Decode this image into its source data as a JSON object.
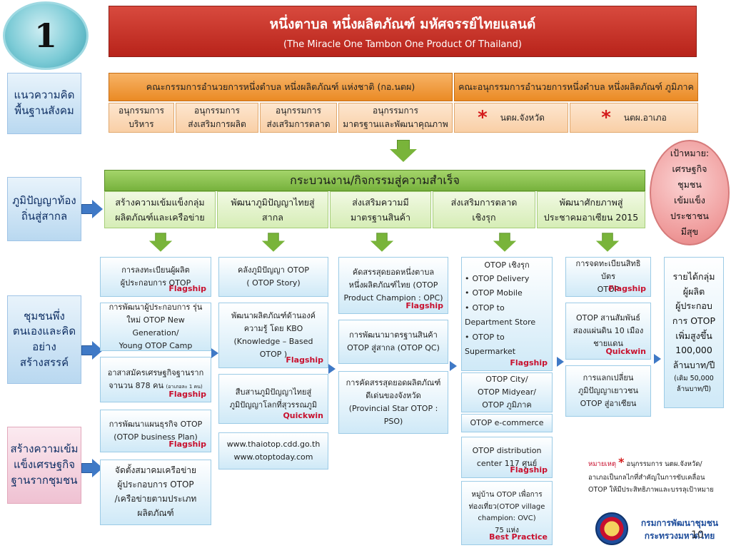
{
  "number": "1",
  "title": {
    "main": "หนึ่งตาบล หนึ่งผลิตภัณฑ์  มหัศจรรย์ไทยแลนด์",
    "sub": "(The Miracle One Tambon One Product Of Thailand)"
  },
  "left_concepts": [
    "แนวความคิดพื้นฐานสังคม",
    "ภูมิปัญญาท้องถิ่นสู่สากล",
    "ชุมชนพึ่งตนเองและคิดอย่างสร้างสรรค์",
    "สร้างความเข้มแข็งเศรษฐกิจฐานรากชุมชน"
  ],
  "committees": {
    "national": "คณะกรรมการอำนวยการหนึ่งตำบล หนึ่งผลิตภัณฑ์ แห่งชาติ (กอ.นตผ)",
    "regional": "คณะอนุกรรมการอำนวยการหนึ่งตำบล หนึ่งผลิตภัณฑ์ ภูมิภาค",
    "subs": [
      [
        "อนุกรรมการ",
        "บริหาร"
      ],
      [
        "อนุกรรมการ",
        "ส่งเสริมการผลิต"
      ],
      [
        "อนุกรรมการ",
        "ส่งเสริมการตลาด"
      ],
      [
        "อนุกรรมการ",
        "มาตรฐานและพัฒนาคุณภาพ"
      ]
    ],
    "regional_subs": [
      "นตผ.จังหวัด",
      "นตผ.อาเภอ"
    ],
    "star": "*"
  },
  "process": {
    "header": "กระบวนงาน/กิจกรรมสู่ความสำเร็จ",
    "steps": [
      [
        "สร้างความเข้มแข็งกลุ่ม",
        "ผลิตภัณฑ์และเครือข่าย"
      ],
      [
        "พัฒนาภูมิปัญญาไทยสู่",
        "สากล"
      ],
      [
        "ส่งเสริมความมี",
        "มาตรฐานสินค้า"
      ],
      [
        "ส่งเสริมการตลาด",
        "เชิงรุก"
      ],
      [
        "พัฒนาศักยภาพสู่",
        "ประชาคมอาเซียน 2015"
      ]
    ]
  },
  "goal": [
    "เป้าหมาย:",
    "เศรษฐกิจ",
    "ชุมชน",
    "เข้มแข็ง",
    "ประชาชน",
    "มีสุข"
  ],
  "details": {
    "col1": [
      {
        "lines": [
          "การลงทะเบียนผู้ผลิต",
          "ผู้ประกอบการ OTOP"
        ],
        "tag": "Flagship"
      },
      {
        "lines": [
          "การพัฒนาผู้ประกอบการ รุ่น",
          "ใหม่ OTOP New Generation/",
          "Young OTOP Camp"
        ],
        "tag": ""
      },
      {
        "lines": [
          "อาสาสมัครเศรษฐกิจฐานราก",
          "จานวน 878 คน"
        ],
        "small": "(อาเภอละ 1 คน)",
        "tag": "Flagship"
      },
      {
        "lines": [
          "การพัฒนาแผนธุรกิจ OTOP",
          "(OTOP business Plan)"
        ],
        "tag": "Flagship"
      },
      {
        "lines": [
          "จัดตั้งสมาคมเครือข่าย",
          "ผู้ประกอบการ OTOP",
          "/เครือข่ายตามประเภท",
          "ผลิตภัณฑ์"
        ],
        "tag": ""
      }
    ],
    "col2": [
      {
        "lines": [
          "คลังภูมิปัญญา OTOP",
          "( OTOP Story)"
        ],
        "tag": ""
      },
      {
        "lines": [
          "พัฒนาผลิตภัณฑ์ด้านองค์",
          "ความรู้ โดย KBO",
          "(Knowledge – Based",
          "OTOP )"
        ],
        "tag": "Flagship"
      },
      {
        "lines": [
          "สืบสานภูมิปัญญาไทยสู่",
          "ภูมิปัญญาโลกที่สุวรรณภูมิ"
        ],
        "tag": "Quickwin"
      },
      {
        "lines": [
          "www.thaiotop.cdd.go.th",
          "www.otoptoday.com"
        ],
        "tag": ""
      }
    ],
    "col3": [
      {
        "lines": [
          "คัดสรรสุดยอดหนึ่งตาบล",
          "หนึ่งผลิตภัณฑ์ไทย (OTOP",
          "Product Champion : OPC)"
        ],
        "tag": "Flagship"
      },
      {
        "lines": [
          "การพัฒนามาตรฐานสินค้า",
          "OTOP สู่สากล (OTOP QC)"
        ],
        "tag": ""
      },
      {
        "lines": [
          "การคัดสรรสุดยอดผลิตภัณฑ์",
          "ดีเด่นของจังหวัด",
          "(Provincial Star OTOP : PSO)"
        ],
        "tag": ""
      }
    ],
    "col4": {
      "proactive_title": "OTOP เชิงรุก",
      "proactive_items": [
        "OTOP Delivery",
        "OTOP Mobile",
        "OTOP to Department Store",
        "OTOP to Supermarket"
      ],
      "proactive_tag": "Flagship",
      "city": [
        "OTOP City/",
        "OTOP Midyear/",
        "OTOP  ภูมิภาค"
      ],
      "ecommerce": "OTOP e-commerce",
      "distribution": {
        "lines": [
          "OTOP distribution",
          "center 117 ศูนย์"
        ],
        "tag": "Flagship"
      },
      "village": {
        "lines": [
          "หมู่บ้าน OTOP เพื่อการ",
          "ท่องเที่ยว(OTOP village",
          "champion: OVC)",
          "75  แห่ง"
        ],
        "tag": "Best Practice"
      }
    },
    "col5": [
      {
        "lines": [
          "การจดทะเบียนสิทธิบัตร",
          "OTOP"
        ],
        "tag": "Flagship"
      },
      {
        "lines": [
          "OTOP สานสัมพันธ์",
          "สองแผ่นดิน 10 เมือง",
          "ชายแดน"
        ],
        "tag": "Quickwin"
      },
      {
        "lines": [
          "การแลกเปลี่ยน",
          "ภูมิปัญญาเยาวชน",
          "OTOP สู่อาเซียน"
        ],
        "tag": ""
      }
    ]
  },
  "result": {
    "lines": [
      "รายได้กลุ่ม",
      "ผู้ผลิต",
      "ผู้ประกอบ",
      "การ OTOP",
      "เพิ่มสูงขึ้น",
      "100,000",
      "ล้านบาท/ปี"
    ],
    "small": [
      "(เดิม 50,000",
      "ล้านบาท/ปี)"
    ]
  },
  "note": {
    "label": "หมายเหตุ",
    "star": "*",
    "text1": " อนุกรรมการ นตผ.จังหวัด/",
    "text2": "อาเภอเป็นกลไกที่สำคัญในการขับเคลื่อน",
    "text3": "OTOP ให้มีประสิทธิภาพและบรรลุเป้าหมาย"
  },
  "footer": {
    "dept_line1": "กรมการพัฒนาชุมชน",
    "dept_line2": "กระทรวงมหาดไทย",
    "page": "10"
  },
  "colors": {
    "title_red": "#c0291f",
    "orange": "#ea8a24",
    "green": "#77b23d",
    "blue_arrow": "#3f79c6",
    "flag_red": "#c8102e"
  }
}
